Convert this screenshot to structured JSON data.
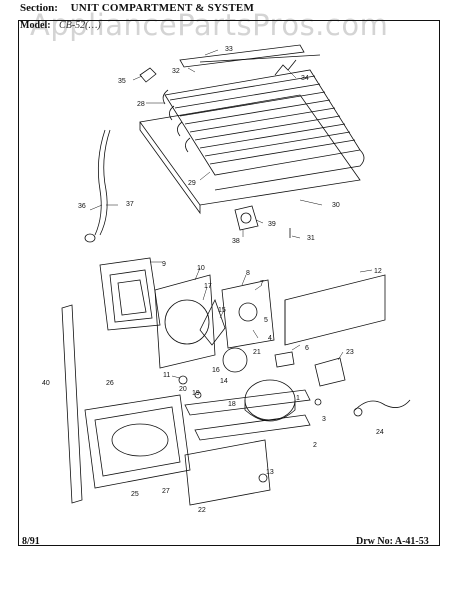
{
  "header": {
    "section_label": "Section:",
    "section_title": "UNIT COMPARTMENT & SYSTEM",
    "model_label": "Model:",
    "model_value": "CB-52(…)"
  },
  "watermark": "AppliancePartsPros.com",
  "footer": {
    "date": "8/91",
    "drawing_number": "Drw No: A-41-53"
  },
  "callouts": [
    "1",
    "2",
    "3",
    "4",
    "5",
    "6",
    "7",
    "8",
    "9",
    "10",
    "11",
    "12",
    "13",
    "14",
    "15",
    "16",
    "17",
    "18",
    "19",
    "20",
    "21",
    "22",
    "23",
    "24",
    "25",
    "26",
    "27",
    "28",
    "29",
    "30",
    "31",
    "32",
    "33",
    "34",
    "35",
    "36",
    "37",
    "38",
    "39",
    "40"
  ],
  "colors": {
    "ink": "#111111",
    "watermark": "#a0a0a0",
    "paper": "#ffffff"
  }
}
